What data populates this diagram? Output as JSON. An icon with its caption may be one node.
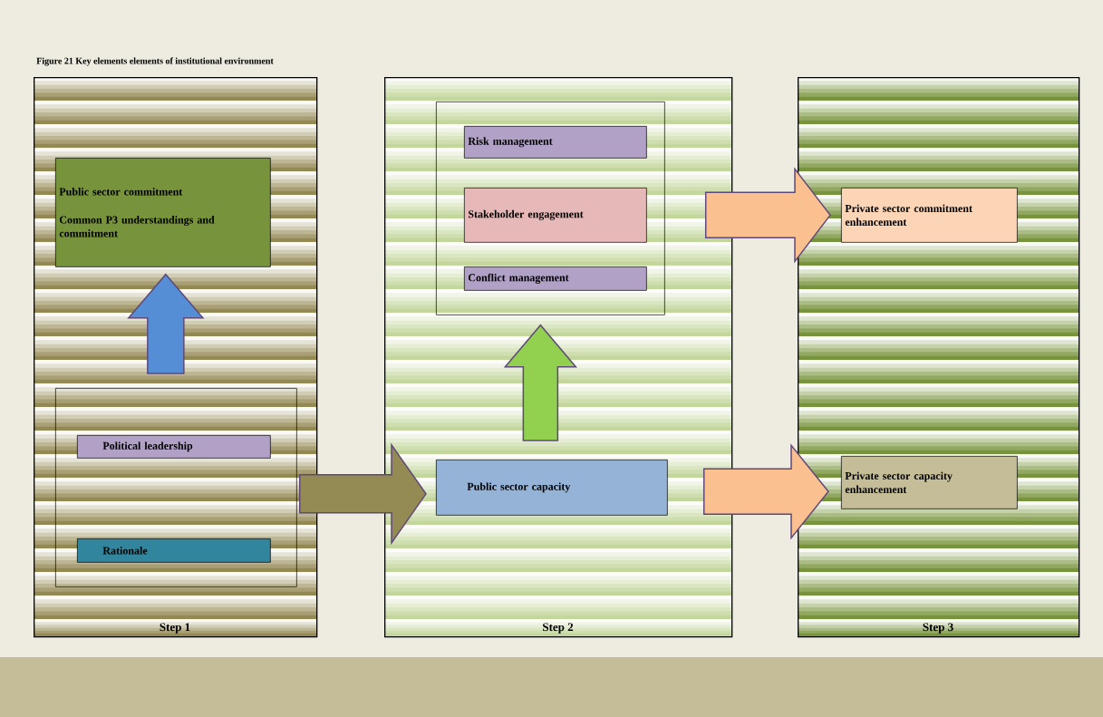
{
  "diagram": {
    "title": "Figure 21 Key elements elements of institutional environment",
    "nodes": [
      {
        "text": [
          "Step 1"
        ]
      },
      {
        "text": [
          "Public sector commitment",
          "Common P3 understandings and commitment"
        ],
        "in": 0
      },
      {
        "text": [],
        "shape": "box",
        "in": 0
      },
      {
        "text": [
          "Political leadership"
        ],
        "in": 2
      },
      {
        "text": [
          "Rationale"
        ],
        "in": 2
      },
      {
        "text": [
          "Step 2"
        ]
      },
      {
        "text": [],
        "shape": "box",
        "in": 5
      },
      {
        "text": [
          "Risk management"
        ],
        "in": 6
      },
      {
        "text": [
          "Stakeholder engagement"
        ],
        "in": 6
      },
      {
        "text": [
          "Conflict management"
        ],
        "in": 6
      },
      {
        "text": [
          "Public sector capacity"
        ],
        "in": 5
      },
      {
        "text": [
          "Step 3"
        ]
      },
      {
        "text": [
          "Private sector commitment enhancement"
        ],
        "in": 11
      },
      {
        "text": [
          "Private sector capacity enhancement"
        ],
        "in": 11
      }
    ],
    "edges": [
      {
        "from": 2,
        "to": 1,
        "arrow": "to",
        "color": "#558ed5"
      },
      {
        "from": 2,
        "to": 10,
        "arrow": "to",
        "color": "#948a54"
      },
      {
        "from": 10,
        "to": 6,
        "arrow": "to",
        "color": "#92d050"
      },
      {
        "from": 6,
        "to": 12,
        "arrow": "to",
        "color": "#fac090"
      },
      {
        "from": 10,
        "to": 13,
        "arrow": "to",
        "color": "#fac090"
      }
    ]
  }
}
